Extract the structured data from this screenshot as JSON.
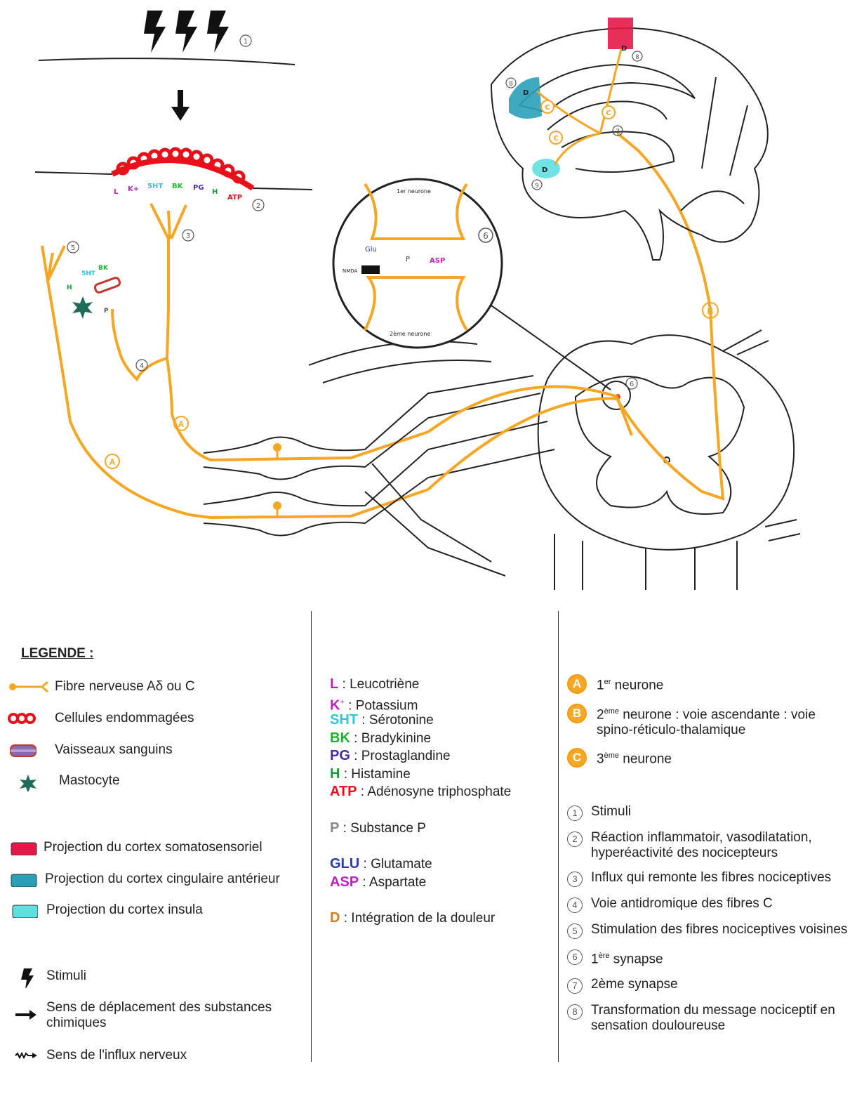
{
  "diagram": {
    "stimulus_marker": "1",
    "inflammation_labels": [
      "L",
      "K+",
      "5HT",
      "BK",
      "PG",
      "H",
      "ATP"
    ],
    "inflammation_marker": "2",
    "influx_marker": "3",
    "antidromic_marker": "4",
    "neighbour_marker": "5",
    "neighbour_labels": [
      "5HT",
      "BK",
      "H",
      "P"
    ],
    "fibre_a_labels": [
      "A",
      "A"
    ],
    "synapse_marker": "6",
    "synapse_zoom": {
      "first_neuron": "1er neurone",
      "second_neuron": "2ème neurone",
      "marker": "6",
      "glu": "Glu",
      "p": "P",
      "asp": "ASP",
      "nmda": "NMDA"
    },
    "pathway_b": "B",
    "brain_markers": {
      "c1": "C",
      "c2": "C",
      "c3": "C",
      "seven": "7",
      "eight": "8",
      "nine": "9",
      "ten": "8",
      "d1": "D",
      "d2": "D",
      "d3": "D"
    },
    "colors": {
      "nerve": "#f5a623",
      "cells": "#e8101a",
      "somato": "#e8174a",
      "cingulate": "#2aa0b8",
      "insula": "#5fe0e0",
      "vessel": "#c0392b"
    }
  },
  "legend": {
    "title": "LEGENDE :",
    "col1": [
      {
        "icon": "fibre-icon",
        "text": "Fibre nerveuse Aδ ou C"
      },
      {
        "icon": "damaged-cells-icon",
        "text": "Cellules endommagées"
      },
      {
        "icon": "blood-vessel-icon",
        "text": "Vaisseaux sanguins"
      },
      {
        "icon": "mast-cell-icon",
        "text": "Mastocyte"
      },
      {
        "icon": "somato-swatch-icon",
        "text": "Projection du cortex somatosensoriel"
      },
      {
        "icon": "cingulate-swatch-icon",
        "text": "Projection du cortex cingulaire antérieur"
      },
      {
        "icon": "insula-swatch-icon",
        "text": "Projection du cortex insula"
      },
      {
        "icon": "stimuli-icon",
        "text": "Stimuli"
      },
      {
        "icon": "arrow-icon",
        "text": "Sens de déplacement des substances chimiques"
      },
      {
        "icon": "wavy-arrow-icon",
        "text": "Sens de l'influx nerveux"
      }
    ],
    "col2": [
      {
        "abbr": "L",
        "sep": " : ",
        "text": "Leucotriène",
        "color": "#c020c0"
      },
      {
        "abbr": "K",
        "sup": "+",
        "sep": " : ",
        "text": "Potassium",
        "color": "#c020c0"
      },
      {
        "abbr": "SHT",
        "sep": " : ",
        "text": "Sérotonine",
        "color": "#30c8d8"
      },
      {
        "abbr": "BK",
        "sep": " : ",
        "text": "Bradykinine",
        "color": "#22b030"
      },
      {
        "abbr": "PG",
        "sep": " : ",
        "text": "Prostaglandine",
        "color": "#4a2aa0"
      },
      {
        "abbr": "H",
        "sep": " : ",
        "text": "Histamine",
        "color": "#1a9a3a"
      },
      {
        "abbr": "ATP",
        "sep": " : ",
        "text": "Adénosyne triphosphate",
        "color": "#e81020"
      },
      {
        "abbr": "P",
        "sep": " : ",
        "text": "Substance P",
        "color": "#888888"
      },
      {
        "abbr": "GLU",
        "sep": " : ",
        "text": "Glutamate",
        "color": "#2a3aa8"
      },
      {
        "abbr": "ASP",
        "sep": " : ",
        "text": "Aspartate",
        "color": "#c020c0"
      },
      {
        "abbr": "D",
        "sep": " : ",
        "text": "Intégration de la douleur",
        "color": "#d08020"
      }
    ],
    "col3_letters": [
      {
        "letter": "A",
        "pre": "1",
        "sup": "er",
        "text": " neurone"
      },
      {
        "letter": "B",
        "pre": "2",
        "sup": "ème",
        "text": " neurone : voie ascendante : voie spino-réticulo-thalamique"
      },
      {
        "letter": "C",
        "pre": "3",
        "sup": "ème",
        "text": " neurone"
      }
    ],
    "col3_numbers": [
      {
        "num": "1",
        "text": "Stimuli"
      },
      {
        "num": "2",
        "text": "Réaction inflammatoir, vasodilatation, hyperéactivité des nocicepteurs"
      },
      {
        "num": "3",
        "text": "Influx qui remonte les fibres nociceptives"
      },
      {
        "num": "4",
        "text": "Voie antidromique des fibres C"
      },
      {
        "num": "5",
        "text": "Stimulation des fibres nociceptives voisines"
      },
      {
        "num": "6",
        "pre": "1",
        "sup": "ère",
        "text": " synapse"
      },
      {
        "num": "7",
        "text": "2ème synapse"
      },
      {
        "num": "8",
        "text": "Transformation du message nociceptif en sensation douloureuse"
      }
    ]
  }
}
